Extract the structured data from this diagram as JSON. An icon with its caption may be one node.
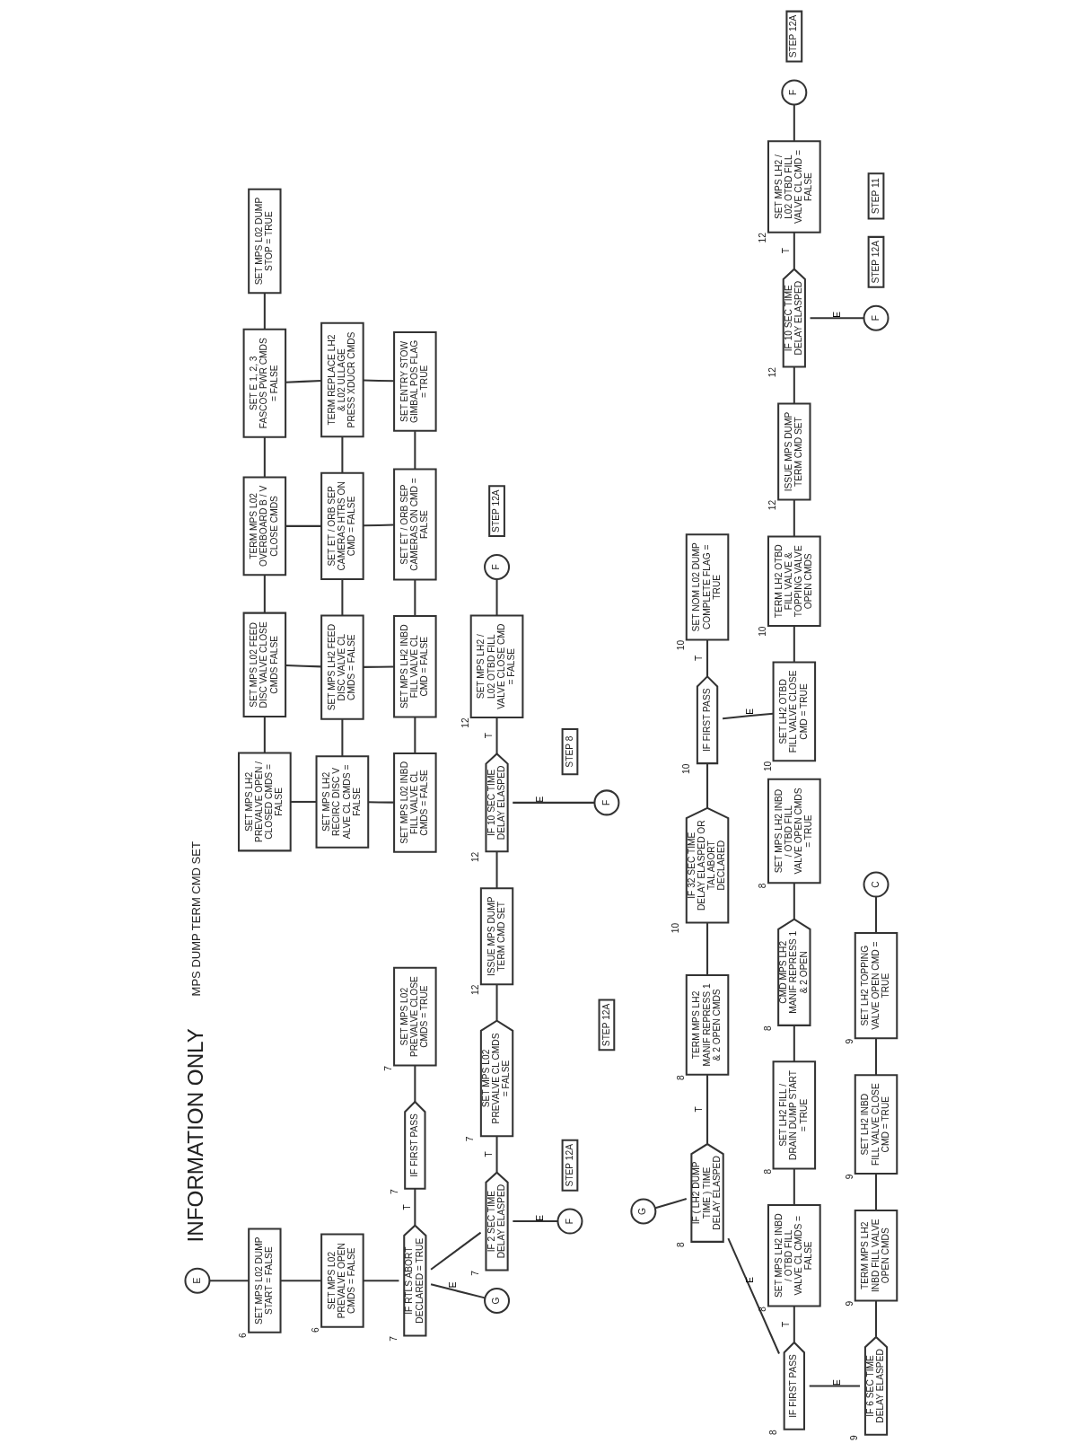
{
  "diagram": {
    "nodes": [
      {
        "text": [
          "E"
        ]
      },
      {
        "text": [
          "SET MPS L02 DUMP START = FALSE"
        ],
        "beside": [
          "6"
        ]
      },
      {
        "text": [
          "SET MPS L02 PREVALVE OPEN CMDS = FALSE"
        ],
        "beside": [
          "6"
        ]
      },
      {
        "text": [
          "IF RTLS ABORT DECLARED = TRUE"
        ],
        "beside": [
          "7"
        ]
      },
      {
        "text": [
          "IF FIRST PASS"
        ],
        "beside": [
          "7"
        ]
      },
      {
        "text": [
          "SET MPS L02 PREVALVE CLOSE CMDS = TRUE"
        ],
        "beside": [
          "7"
        ]
      },
      {
        "text": [
          "G"
        ]
      },
      {
        "text": [
          "IF 2 SEC TIME DELAY ELASPED"
        ],
        "beside": [
          "7"
        ]
      },
      {
        "text": [
          "SET MPS L02 PREVALVE CL CMDS = FALSE"
        ],
        "beside": [
          "7"
        ]
      },
      {
        "text": [
          "F"
        ]
      },
      {
        "text": [
          "STEP 8"
        ]
      },
      {
        "text": [
          "STEP 12A"
        ]
      },
      {
        "text": [
          "ISSUE MPS DUMP TERM CMD SET"
        ],
        "beside": [
          "12"
        ]
      },
      {
        "text": [
          "IF 10 SEC TIME DELAY ELASPED"
        ],
        "beside": [
          "12"
        ]
      },
      {
        "text": [
          "SET MPS LH2 / L02 OTBD FILL VALVE CLOSE CMD = FALSE"
        ],
        "beside": [
          "12"
        ]
      },
      {
        "text": [
          "F"
        ]
      },
      {
        "text": [
          "STEP 12A"
        ]
      },
      {
        "text": [
          "F"
        ]
      },
      {
        "text": [
          "STEP 12A"
        ]
      },
      {
        "text": [
          "SET MPS LH2 PREVALVE OPEN / CLOSED CMDS = FALSE"
        ]
      },
      {
        "text": [
          "SET MPS L02 FEED DISC VALVE CLOSE CMDS FALSE"
        ]
      },
      {
        "text": [
          "TERM MPS L02 OVERBOARD B / V CLOSE CMDS"
        ]
      },
      {
        "text": [
          "SET E 1, 2, 3 FASCOS PWR CMDS = FALSE"
        ]
      },
      {
        "text": [
          "SET MPS L02 DUMP STOP = TRUE"
        ]
      },
      {
        "text": [
          "SET MPS LH2 RECIRC DISC V ALVE CL CMDS = FALSE"
        ]
      },
      {
        "text": [
          "SET MPS LH2 FEED DISC VALVE CL CMDS = FALSE"
        ]
      },
      {
        "text": [
          "SET ET / ORB SEP CAMERAS HTRS ON CMD = FALSE"
        ]
      },
      {
        "text": [
          "TERM REPLACE LH2 & L02 ULLAGE PRESS XDUCR CMDS"
        ]
      },
      {
        "text": [
          "SET MPS L02 INBD FILL VALVE CL CMDS = FALSE"
        ]
      },
      {
        "text": [
          "SET MPS LH2 INBD FILL VALVE CL CMD = FALSE"
        ]
      },
      {
        "text": [
          "SET ET / ORB SEP CAMERAS ON CMD = FALSE"
        ]
      },
      {
        "text": [
          "SET ENTRY STOW GIMBAL POS FLAG = TRUE"
        ]
      },
      {
        "text": [
          "G"
        ]
      },
      {
        "text": [
          "IF ( LH2 DUMP TIME ) TIME DELAY ELASPED"
        ],
        "beside": [
          "8"
        ]
      },
      {
        "text": [
          "TERM MPS LH2 MANIF REPRESS 1 & 2 OPEN CMDS"
        ],
        "beside": [
          "8"
        ]
      },
      {
        "text": [
          "IF 32 SEC TIME DELAY ELASPED OR TAL ABORT DECLARED"
        ],
        "beside": [
          "10"
        ]
      },
      {
        "text": [
          "IF FIRST PASS"
        ],
        "beside": [
          "10"
        ]
      },
      {
        "text": [
          "SET NOM L02 DUMP COMPLETE FLAG = TRUE"
        ],
        "beside": [
          "10"
        ]
      },
      {
        "text": [
          "SET LH2 OTBD FILL VALVE CLOSE CMD = TRUE"
        ],
        "beside": [
          "10"
        ]
      },
      {
        "text": [
          "TERM LH2 OTBD FILL VALVE & TOPPING VALVE OPEN CMDS"
        ],
        "beside": [
          "10"
        ]
      },
      {
        "text": [
          "ISSUE MPS DUMP TERM CMD SET"
        ],
        "beside": [
          "12"
        ]
      },
      {
        "text": [
          "IF 10 SEC TIME DELAY ELASPED"
        ],
        "beside": [
          "12"
        ]
      },
      {
        "text": [
          "SET MPS LH2 / L02 OTBD FILL VALVE CL CMD = FALSE"
        ],
        "beside": [
          "12"
        ]
      },
      {
        "text": [
          "F"
        ]
      },
      {
        "text": [
          "STEP 12A"
        ]
      },
      {
        "text": [
          "F"
        ]
      },
      {
        "text": [
          "STEP 12A"
        ]
      },
      {
        "text": [
          "IF FIRST PASS"
        ],
        "beside": [
          "8"
        ]
      },
      {
        "text": [
          "SET MPS LH2 INBD / OTBD FILL VALVE CL CMDS = FALSE"
        ],
        "beside": [
          "8"
        ]
      },
      {
        "text": [
          "SET LH2 FILL / DRAIN DUMP START = TRUE"
        ],
        "beside": [
          "8"
        ]
      },
      {
        "text": [
          "CMD MPS LH2 MANIF REPRESS 1 & 2 OPEN"
        ],
        "beside": [
          "8"
        ]
      },
      {
        "text": [
          "SET MPS LH2 INBD / OTBD FILL VALVE OPEN CMDS = TRUE"
        ],
        "beside": [
          "8"
        ]
      },
      {
        "text": [
          "IF 6 SEC TIME DELAY ELASPED"
        ],
        "beside": [
          "9"
        ]
      },
      {
        "text": [
          "TERM MPS LH2 INBD FILL VALVE OPEN CMDS"
        ],
        "beside": [
          "9"
        ]
      },
      {
        "text": [
          "SET LH2 INBD FILL VALVE CLOSE CMD = TRUE"
        ],
        "beside": [
          "9"
        ]
      },
      {
        "text": [
          "SET LH2 TOPPING VALVE OPEN CMD = TRUE"
        ],
        "beside": [
          "9"
        ]
      },
      {
        "text": [
          "C"
        ]
      },
      {
        "text": [
          "STEP 11"
        ]
      }
    ],
    "edges": [
      {
        "from": 0,
        "to": 1,
        "arrow": "none"
      },
      {
        "from": 1,
        "to": 2,
        "arrow": "none"
      },
      {
        "from": 2,
        "to": 3,
        "arrow": "none"
      },
      {
        "from": 3,
        "to": 4,
        "arrow": "none",
        "label": "T"
      },
      {
        "from": 3,
        "to": 6,
        "arrow": "none",
        "label": "E"
      },
      {
        "from": 4,
        "to": 5,
        "arrow": "none"
      },
      {
        "from": 3,
        "to": 7,
        "arrow": "none"
      },
      {
        "from": 7,
        "to": 8,
        "arrow": "none",
        "label": "T"
      },
      {
        "from": 7,
        "to": 9,
        "arrow": "none",
        "label": "E"
      },
      {
        "from": 8,
        "to": 12,
        "arrow": "none"
      },
      {
        "from": 12,
        "to": 13,
        "arrow": "none"
      },
      {
        "from": 13,
        "to": 14,
        "arrow": "none",
        "label": "T"
      },
      {
        "from": 13,
        "to": 15,
        "arrow": "none",
        "label": "E"
      },
      {
        "from": 14,
        "to": 17,
        "arrow": "none"
      },
      {
        "from": 19,
        "to": 20,
        "arrow": "none"
      },
      {
        "from": 20,
        "to": 21,
        "arrow": "none"
      },
      {
        "from": 21,
        "to": 22,
        "arrow": "none"
      },
      {
        "from": 22,
        "to": 23,
        "arrow": "none"
      },
      {
        "from": 24,
        "to": 25,
        "arrow": "none"
      },
      {
        "from": 25,
        "to": 26,
        "arrow": "none"
      },
      {
        "from": 26,
        "to": 27,
        "arrow": "none"
      },
      {
        "from": 28,
        "to": 29,
        "arrow": "none"
      },
      {
        "from": 29,
        "to": 30,
        "arrow": "none"
      },
      {
        "from": 30,
        "to": 31,
        "arrow": "none"
      },
      {
        "from": 19,
        "to": 24,
        "arrow": "none"
      },
      {
        "from": 24,
        "to": 28,
        "arrow": "none"
      },
      {
        "from": 20,
        "to": 25,
        "arrow": "none"
      },
      {
        "from": 25,
        "to": 29,
        "arrow": "none"
      },
      {
        "from": 21,
        "to": 26,
        "arrow": "none"
      },
      {
        "from": 26,
        "to": 30,
        "arrow": "none"
      },
      {
        "from": 22,
        "to": 27,
        "arrow": "none"
      },
      {
        "from": 27,
        "to": 31,
        "arrow": "none"
      },
      {
        "from": 32,
        "to": 33,
        "arrow": "none"
      },
      {
        "from": 33,
        "to": 34,
        "arrow": "none",
        "label": "T"
      },
      {
        "from": 33,
        "to": 47,
        "arrow": "none",
        "label": "E"
      },
      {
        "from": 34,
        "to": 35,
        "arrow": "none"
      },
      {
        "from": 35,
        "to": 36,
        "arrow": "none"
      },
      {
        "from": 36,
        "to": 37,
        "arrow": "none",
        "label": "T"
      },
      {
        "from": 36,
        "to": 38,
        "arrow": "none",
        "label": "E"
      },
      {
        "from": 38,
        "to": 39,
        "arrow": "none"
      },
      {
        "from": 39,
        "to": 40,
        "arrow": "none"
      },
      {
        "from": 40,
        "to": 41,
        "arrow": "none"
      },
      {
        "from": 41,
        "to": 42,
        "arrow": "none",
        "label": "T"
      },
      {
        "from": 41,
        "to": 43,
        "arrow": "none",
        "label": "E"
      },
      {
        "from": 42,
        "to": 45,
        "arrow": "none"
      },
      {
        "from": 47,
        "to": 48,
        "arrow": "none",
        "label": "T"
      },
      {
        "from": 47,
        "to": 52,
        "arrow": "none",
        "label": "E"
      },
      {
        "from": 48,
        "to": 49,
        "arrow": "none"
      },
      {
        "from": 49,
        "to": 50,
        "arrow": "none"
      },
      {
        "from": 50,
        "to": 51,
        "arrow": "none"
      },
      {
        "from": 52,
        "to": 53,
        "arrow": "none"
      },
      {
        "from": 53,
        "to": 54,
        "arrow": "none"
      },
      {
        "from": 54,
        "to": 55,
        "arrow": "none"
      },
      {
        "from": 55,
        "to": 56,
        "arrow": "none"
      }
    ],
    "labels": [
      "INFORMATION ONLY",
      "MPS DUMP TERM CMD SET"
    ]
  }
}
